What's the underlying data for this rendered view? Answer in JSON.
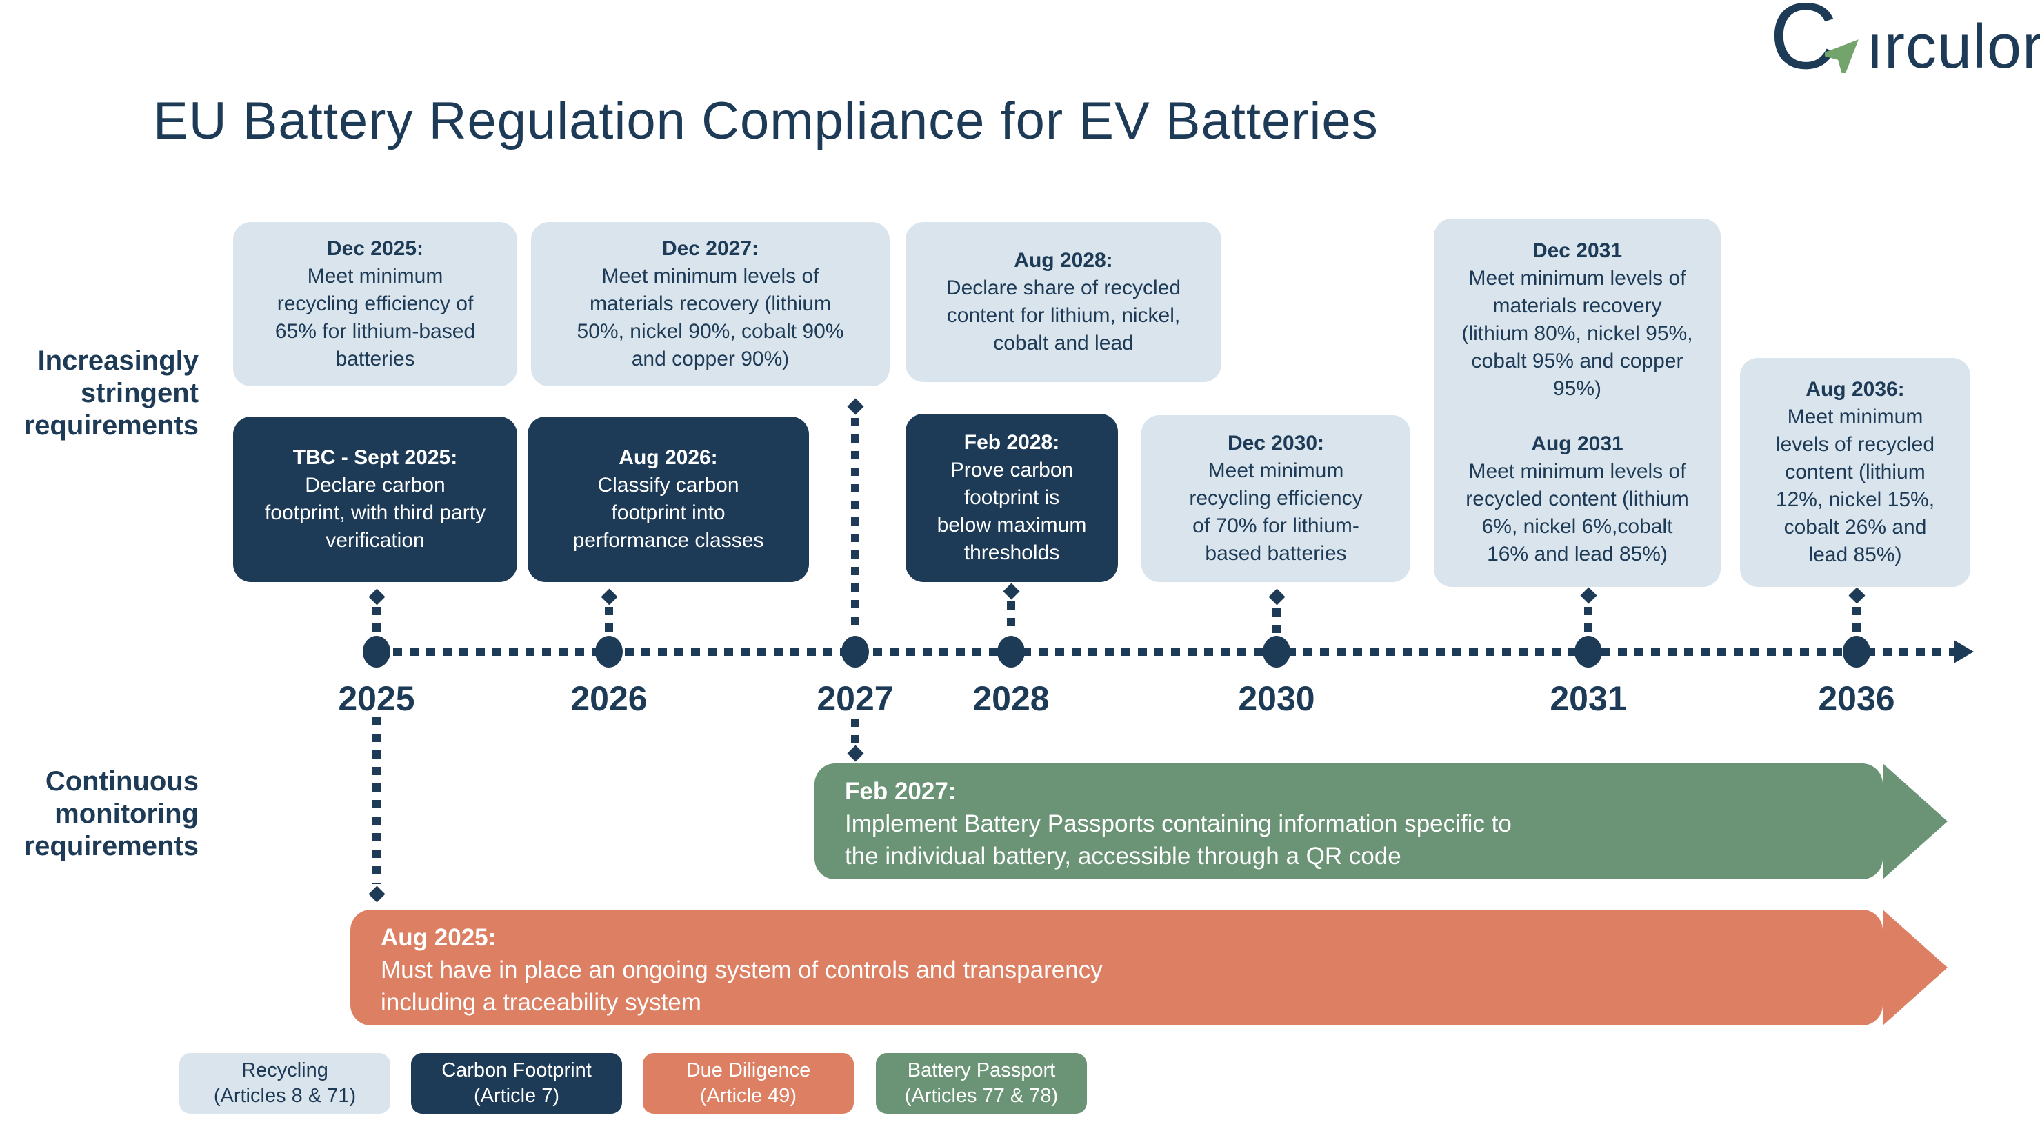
{
  "header": {
    "title": "EU Battery Regulation Compliance for EV Batteries"
  },
  "logo": {
    "letter_c": "C",
    "letters_rest": "ırculor",
    "arrow_icon": "green-nav-arrow-icon",
    "navy": "#1d3a56",
    "green": "#72a46c"
  },
  "row_labels": {
    "stringent": "Increasingly\nstringent\nrequirements",
    "monitoring": "Continuous\nmonitoring\nrequirements"
  },
  "milestones": {
    "dec2025": {
      "date": "Dec 2025:",
      "body": "Meet minimum\nrecycling efficiency of\n65% for lithium-based\nbatteries"
    },
    "dec2027": {
      "date": "Dec 2027:",
      "body": "Meet minimum levels of\nmaterials recovery (lithium\n50%, nickel 90%, cobalt 90%\nand copper 90%)"
    },
    "aug2028": {
      "date": "Aug 2028:",
      "body": "Declare share of recycled\ncontent for lithium, nickel,\ncobalt and lead"
    },
    "dec2031": {
      "date": "Dec 2031",
      "body": "Meet minimum levels of\nmaterials recovery\n(lithium 80%, nickel 95%,\ncobalt 95% and copper\n95%)"
    },
    "aug2031": {
      "date": "Aug 2031",
      "body": "Meet minimum levels of\nrecycled content (lithium\n6%, nickel 6%,cobalt\n16% and lead 85%)"
    },
    "aug2036": {
      "date": "Aug 2036:",
      "body": "Meet minimum\nlevels of recycled\ncontent (lithium\n12%, nickel 15%,\ncobalt 26% and\nlead 85%)"
    },
    "tbc2025": {
      "date": "TBC - Sept 2025:",
      "body": "Declare carbon\nfootprint, with third party\nverification"
    },
    "aug2026": {
      "date": "Aug 2026:",
      "body": "Classify carbon\nfootprint into\nperformance classes"
    },
    "feb2028": {
      "date": "Feb 2028:",
      "body": "Prove carbon\nfootprint is\nbelow maximum\nthresholds"
    },
    "dec2030": {
      "date": "Dec 2030:",
      "body": "Meet minimum\nrecycling efficiency\nof 70% for lithium-\nbased batteries"
    }
  },
  "timeline": {
    "years": [
      "2025",
      "2026",
      "2027",
      "2028",
      "2030",
      "2031",
      "2036"
    ]
  },
  "banners": {
    "battery_passport": {
      "date": "Feb 2027:",
      "body": "Implement Battery Passports containing information specific to\nthe individual battery, accessible through a QR code"
    },
    "due_diligence": {
      "date": "Aug 2025:",
      "body": "Must have in place an ongoing system of controls and transparency\nincluding a traceability system"
    }
  },
  "legend": [
    {
      "label": "Recycling\n(Articles 8 & 71)",
      "type": "recycling"
    },
    {
      "label": "Carbon Footprint\n(Article 7)",
      "type": "carbon-footprint"
    },
    {
      "label": "Due Diligence\n(Article 49)",
      "type": "due-diligence"
    },
    {
      "label": "Battery Passport\n(Articles 77 & 78)",
      "type": "battery-passport"
    }
  ],
  "colors": {
    "navy": "#1d3a56",
    "light_blue": "#d9e4ec",
    "green": "#6b9375",
    "orange": "#dc7f62",
    "background": "#ffffff"
  }
}
